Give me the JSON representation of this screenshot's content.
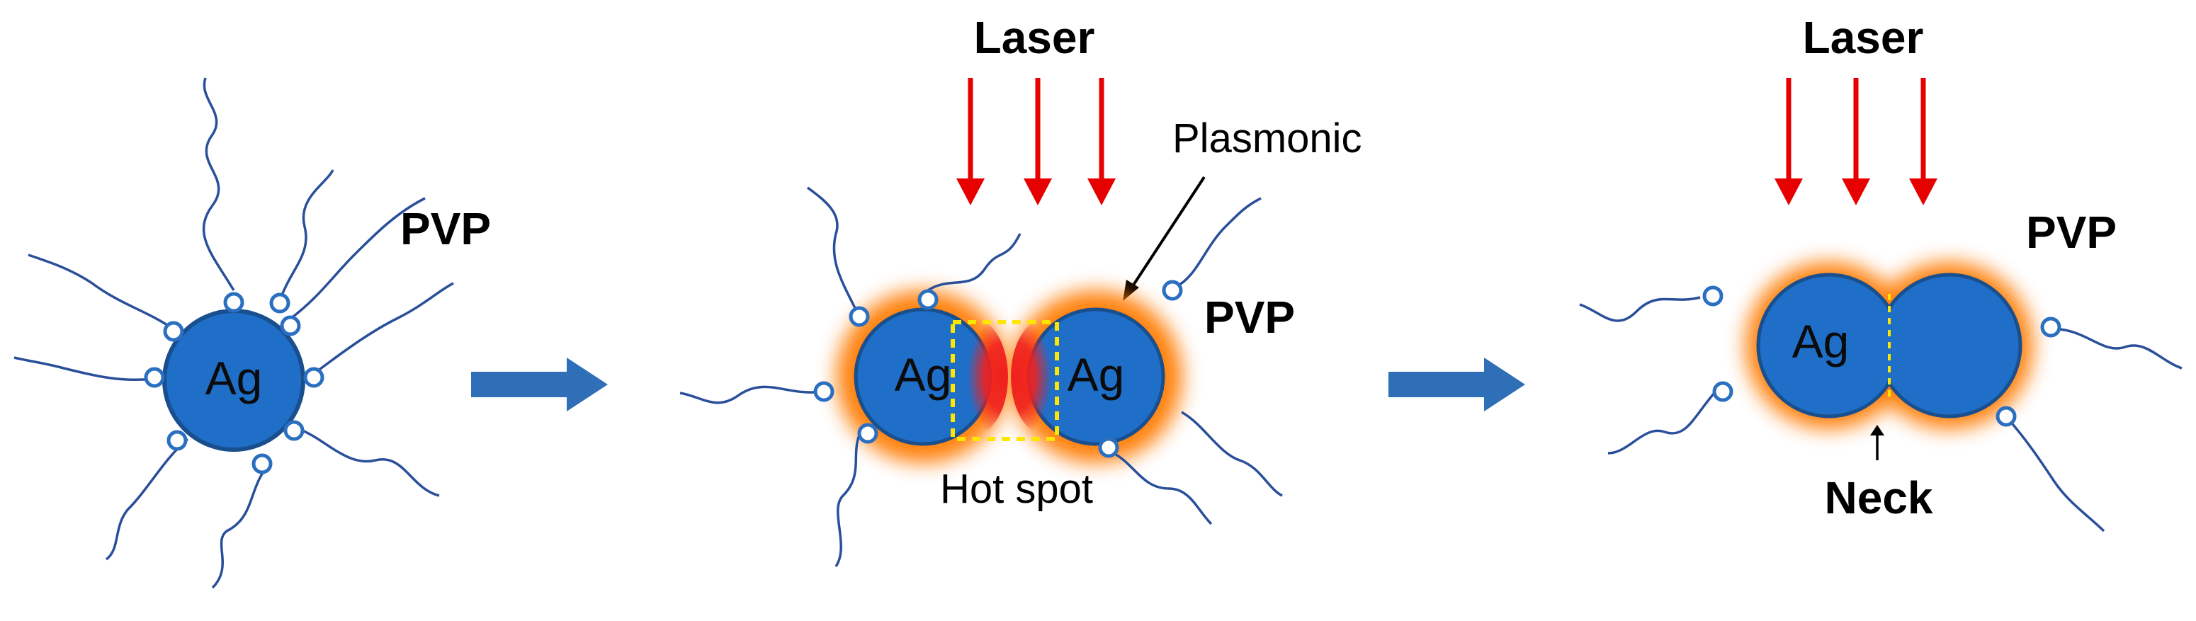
{
  "panels": {
    "left": {
      "particle_label": "Ag",
      "ligand_label": "PVP"
    },
    "middle": {
      "laser_label": "Laser",
      "plasmonic_label": "Plasmonic",
      "ligand_label": "PVP",
      "particle_left_label": "Ag",
      "particle_right_label": "Ag",
      "hotspot_label": "Hot spot"
    },
    "right": {
      "laser_label": "Laser",
      "ligand_label": "PVP",
      "particle_label": "Ag",
      "neck_label": "Neck"
    }
  },
  "colors": {
    "particle_fill": "#1F6EC8",
    "particle_stroke": "#1A4F8E",
    "ligand": "#2A4F9A",
    "laser_arrow": "#E60000",
    "process_arrow": "#2E6FB8",
    "glow": "#FF7A00",
    "hotspot_red": "#F0201E",
    "hotspot_box": "#FFE600"
  }
}
